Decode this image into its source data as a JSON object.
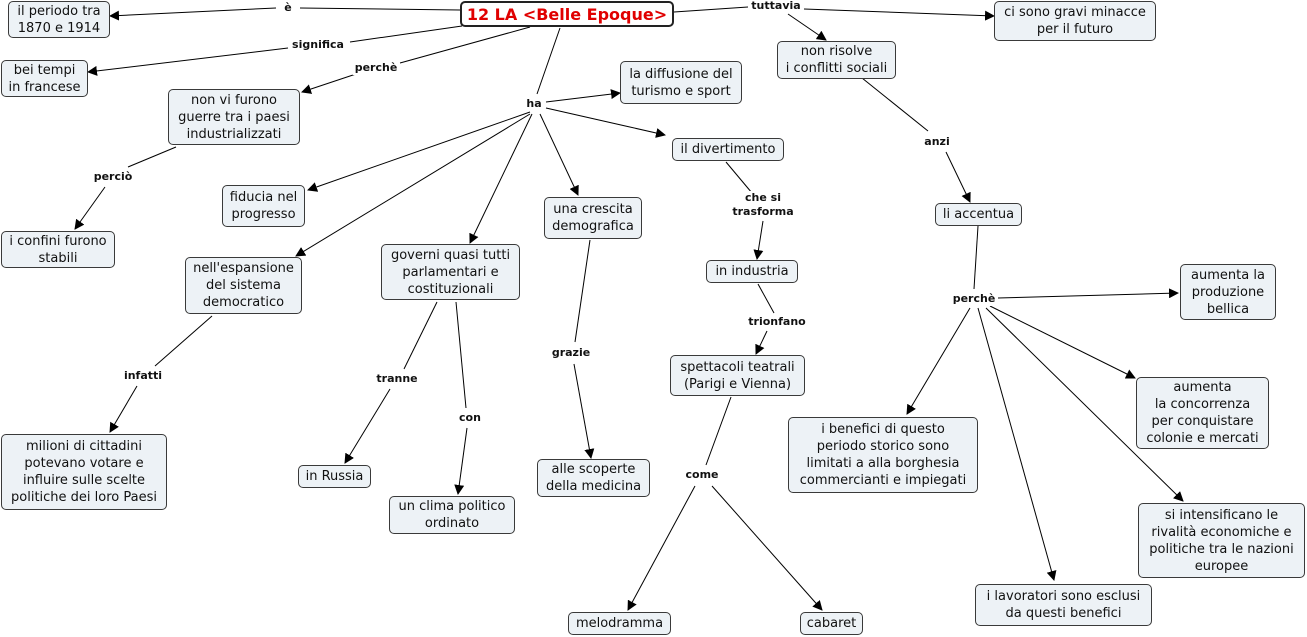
{
  "title": "12 LA <Belle Epoque>",
  "nodes": {
    "periodo": "il periodo tra\n1870 e 1914",
    "bei_tempi": "bei tempi\nin francese",
    "non_guerre": "non vi furono\nguerre tra i paesi\nindustrializzati",
    "confini": "i confini furono\nstabili",
    "fiducia": "fiducia nel\nprogresso",
    "espansione": "nell'espansione\ndel sistema\ndemocratico",
    "milioni": "milioni di cittadini\npotevano votare e\ninfluire sulle scelte\npolitiche dei loro Paesi",
    "governi": "governi quasi tutti\nparlamentari e\ncostituzionali",
    "russia": "in Russia",
    "clima": "un clima politico\nordinato",
    "crescita": "una crescita\ndemografica",
    "scoperte": "alle scoperte\ndella medicina",
    "turismo": "la diffusione del\nturismo e sport",
    "divertimento": "il divertimento",
    "industria": "in industria",
    "spettacoli": "spettacoli teatrali\n(Parigi e Vienna)",
    "melodramma": "melodramma",
    "cabaret": "cabaret",
    "minacce": "ci sono gravi minacce\nper il futuro",
    "non_risolve": "non risolve\ni conflitti sociali",
    "accentua": "li accentua",
    "produzione": "aumenta la\nproduzione\nbellica",
    "concorrenza": "aumenta\nla concorrenza\nper conquistare\ncolonie e mercati",
    "rivalita": "si intensificano le\nrivalità economiche e\npolitiche tra le nazioni\neuropee",
    "benefici": "i benefici di questo\nperiodo storico sono\nlimitati a alla borghesia\ncommercianti e impiegati",
    "lavoratori": "i lavoratori sono esclusi\nda questi benefici"
  },
  "labels": {
    "e": "è",
    "significa": "significa",
    "perche1": "perchè",
    "percio": "perciò",
    "ha": "ha",
    "infatti": "infatti",
    "tranne": "tranne",
    "con": "con",
    "grazie": "grazie",
    "che_si_trasforma": "che si\ntrasforma",
    "trionfano": "trionfano",
    "come": "come",
    "tuttavia": "tuttavia",
    "anzi": "anzi",
    "perche2": "perchè"
  },
  "colors": {
    "title_text": "#e00000",
    "node_fill": "#edf2f6",
    "node_border": "#3a3a3a",
    "line": "#000000"
  }
}
